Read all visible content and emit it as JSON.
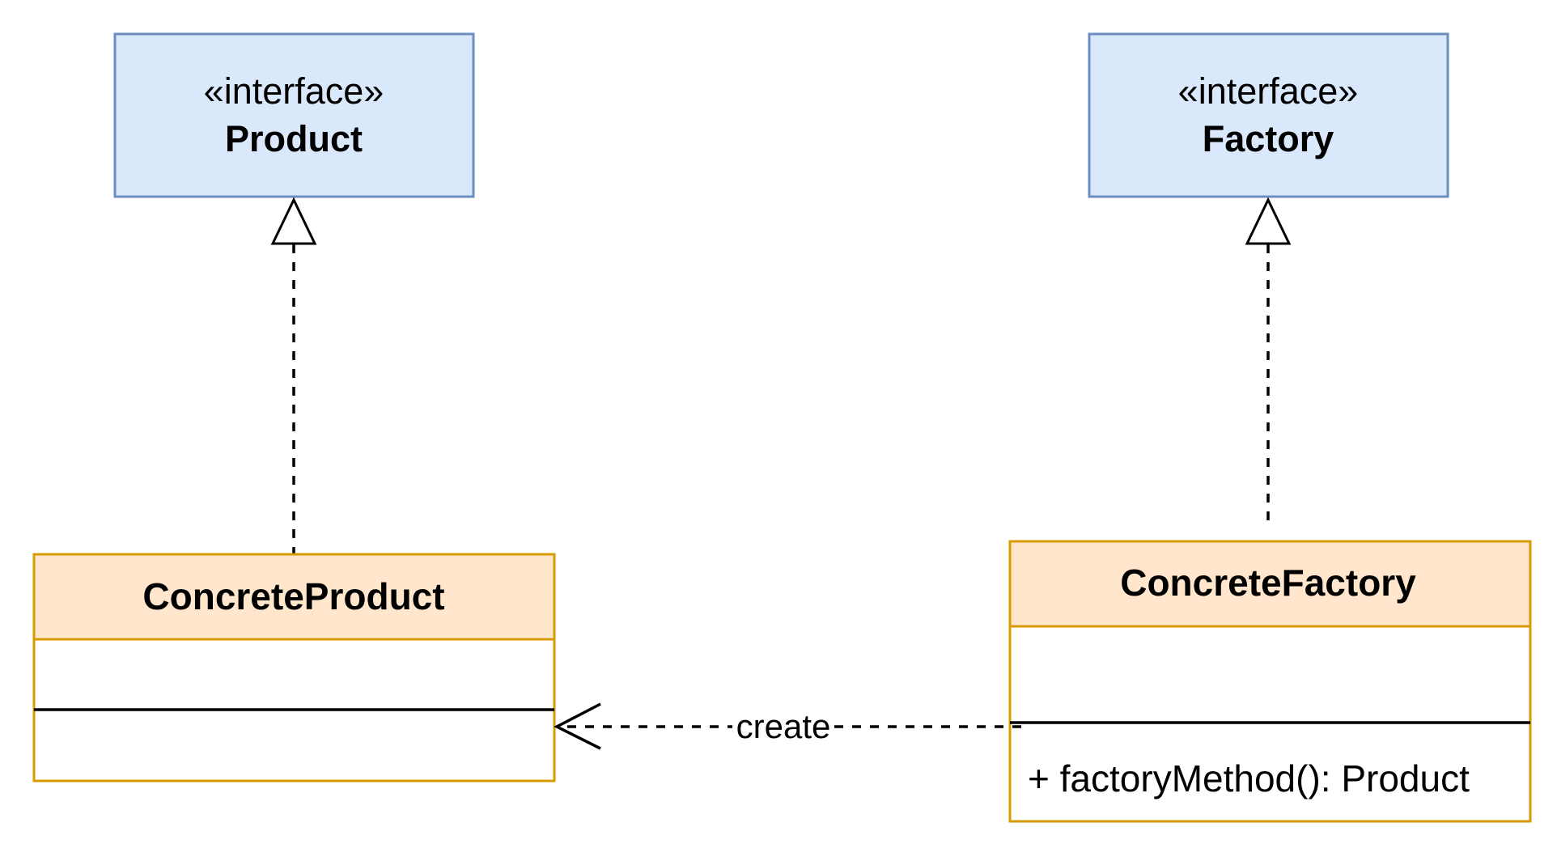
{
  "diagram": {
    "interfaces": [
      {
        "stereotype": "«interface»",
        "name": "Product"
      },
      {
        "stereotype": "«interface»",
        "name": "Factory"
      }
    ],
    "classes": [
      {
        "name": "ConcreteProduct",
        "attributes": "",
        "methods": ""
      },
      {
        "name": "ConcreteFactory",
        "attributes": "",
        "methods": "+ factoryMethod(): Product"
      }
    ],
    "relations": {
      "realization_product": {
        "type": "realization",
        "from": "ConcreteProduct",
        "to": "Product"
      },
      "realization_factory": {
        "type": "realization",
        "from": "ConcreteFactory",
        "to": "Factory"
      },
      "create": {
        "type": "dependency",
        "label": "create",
        "from": "ConcreteFactory",
        "to": "ConcreteProduct"
      }
    },
    "colors": {
      "interface_fill": "#dae8fc",
      "interface_border": "#6c8ebf",
      "class_header_fill": "#ffe6cc",
      "class_border": "#d79b00",
      "line": "#000000"
    }
  }
}
